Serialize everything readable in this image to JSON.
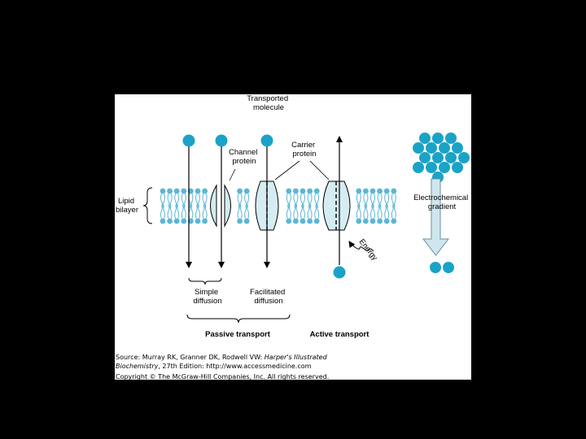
{
  "colors": {
    "molecule": "#1aa3c7",
    "membrane": "#5ab6d6",
    "protein_fill": "#d4ecf2",
    "gradient_arrow": "#cfe6ee",
    "background": "#000000",
    "figure_background": "#ffffff"
  },
  "labels": {
    "transported_molecule": [
      "Transported",
      "molecule"
    ],
    "channel_protein": [
      "Channel",
      "protein"
    ],
    "carrier_protein": [
      "Carrier",
      "protein"
    ],
    "lipid_bilayer": [
      "Lipid",
      "bilayer"
    ],
    "electrochemical_gradient": [
      "Electrochemical",
      "gradient"
    ],
    "energy": "Energy",
    "simple_diffusion": [
      "Simple",
      "diffusion"
    ],
    "facilitated_diffusion": [
      "Facilitated",
      "diffusion"
    ],
    "passive_transport": "Passive transport",
    "active_transport": "Active transport"
  },
  "source": {
    "line1_prefix": "Source: Murray RK, Granner DK, Rodwell VW: ",
    "line1_italic": "Harper's Illustrated",
    "line2_italic": "Biochemistry",
    "line2_suffix": ", 27th Edition: http://www.accessmedicine.com",
    "copyright": "Copyright © The McGraw-Hill Companies, Inc. All rights reserved."
  }
}
